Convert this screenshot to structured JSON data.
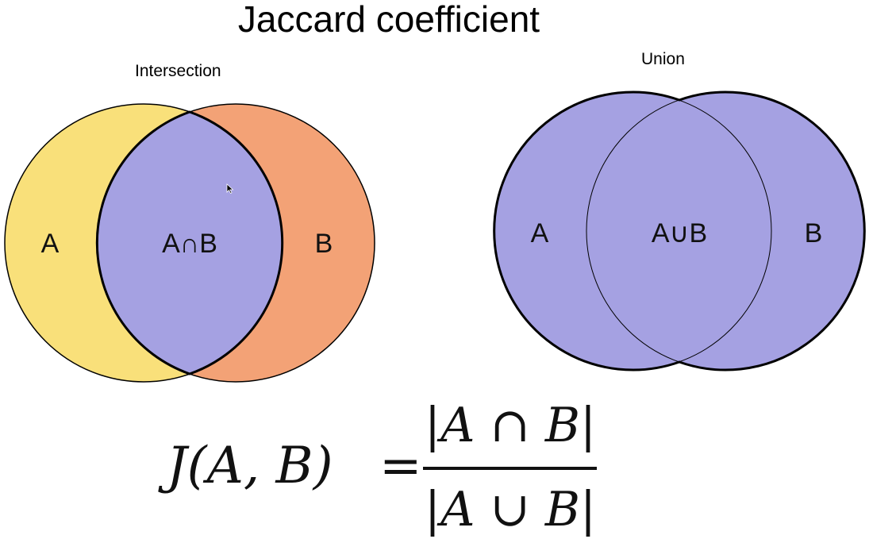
{
  "title": "Jaccard coefficient",
  "intersection_diagram": {
    "caption": "Intersection",
    "label_a": "A",
    "label_middle": "A∩B",
    "label_b": "B",
    "colors": {
      "set_a": "#f9e07a",
      "set_b": "#f3a276",
      "overlap": "#a5a1e2"
    }
  },
  "union_diagram": {
    "caption": "Union",
    "label_a": "A",
    "label_middle": "A∪B",
    "label_b": "B",
    "colors": {
      "fill": "#a5a1e2"
    }
  },
  "formula": {
    "lhs": "J(A, B)",
    "equals": "=",
    "numerator": "|A ∩ B|",
    "denominator": "|A ∪ B|"
  }
}
